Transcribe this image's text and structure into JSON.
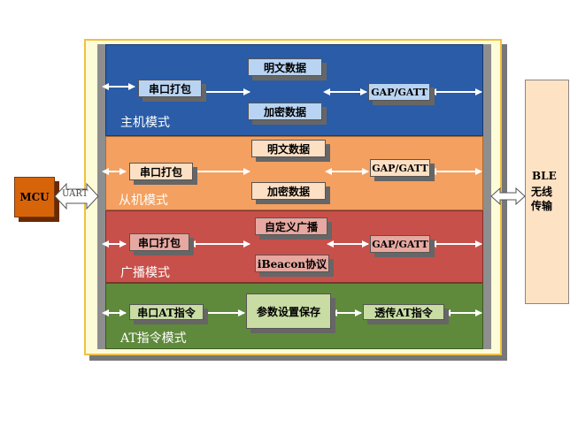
{
  "mcu": {
    "label": "MCU"
  },
  "uart": {
    "label": "UART"
  },
  "ble": {
    "line1": "BLE",
    "line2": "无线",
    "line3": "传输"
  },
  "host": {
    "mode_label": "主机模式",
    "serial": "串口打包",
    "plain": "明文数据",
    "encrypted": "加密数据",
    "gap": "GAP/GATT"
  },
  "slave": {
    "mode_label": "从机模式",
    "serial": "串口打包",
    "plain": "明文数据",
    "encrypted": "加密数据",
    "gap": "GAP/GATT"
  },
  "broadcast": {
    "mode_label": "广播模式",
    "serial": "串口打包",
    "custom": "自定义广播",
    "ibeacon": "iBeacon协议",
    "gap": "GAP/GATT"
  },
  "at": {
    "mode_label": "AT指令模式",
    "serial": "串口AT指令",
    "params": "参数设置保存",
    "pass": "透传AT指令"
  },
  "colors": {
    "host": "#2a5ca8",
    "slave": "#f4a060",
    "broadcast": "#c8504a",
    "at": "#5f8a3c",
    "frame": "#fdfcd8",
    "frame_border": "#f0c040"
  }
}
